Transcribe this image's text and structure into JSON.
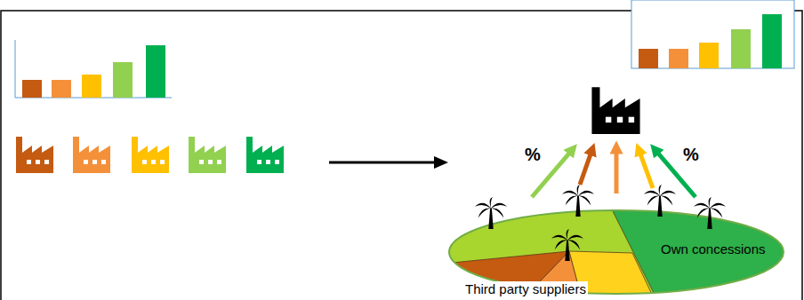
{
  "diagram": {
    "nodes": [
      {
        "text": [
          "Own concessions",
          "Third party suppliers"
        ]
      }
    ],
    "labels": [
      "%",
      "%"
    ]
  }
}
